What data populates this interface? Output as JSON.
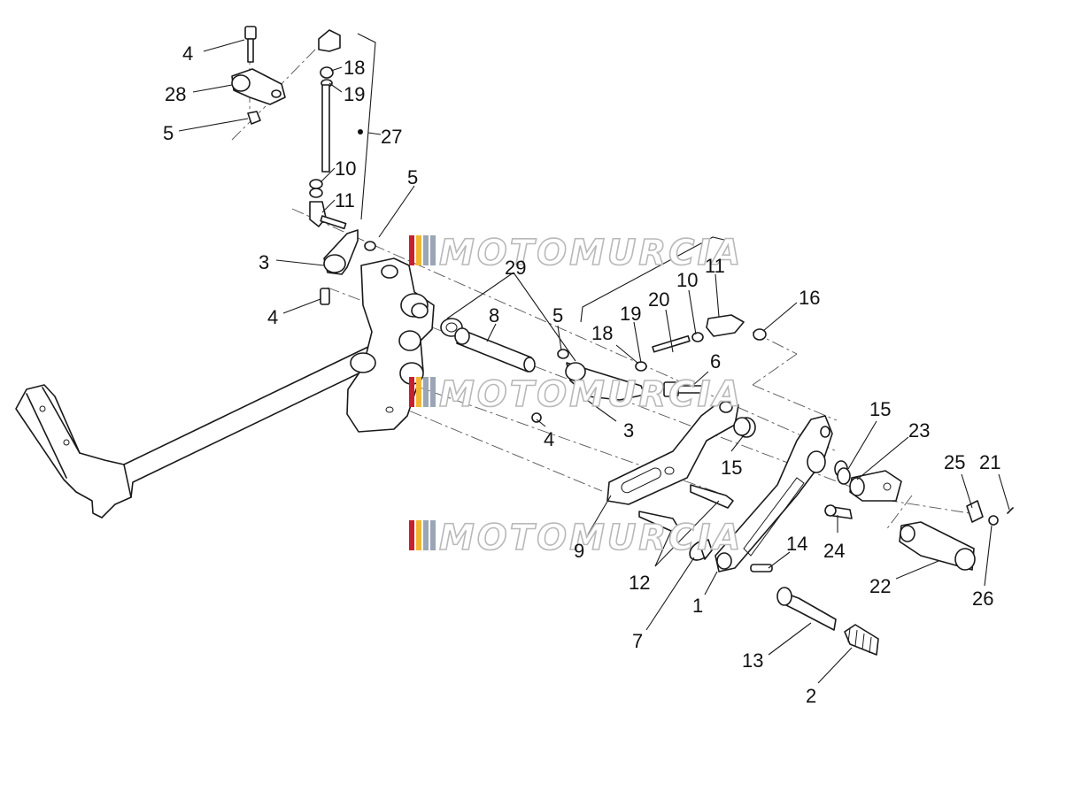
{
  "diagram": {
    "watermark": {
      "text": "MOTOMURCIA",
      "stripe_colors": [
        "#c8202e",
        "#f2b632",
        "#9aa6b5"
      ]
    },
    "callouts": [
      {
        "id": "c4a",
        "label": "4"
      },
      {
        "id": "c28",
        "label": "28"
      },
      {
        "id": "c5a",
        "label": "5"
      },
      {
        "id": "c18a",
        "label": "18"
      },
      {
        "id": "c19a",
        "label": "19"
      },
      {
        "id": "c27",
        "label": "27"
      },
      {
        "id": "c10a",
        "label": "10"
      },
      {
        "id": "c11a",
        "label": "11"
      },
      {
        "id": "c5b",
        "label": "5"
      },
      {
        "id": "c3a",
        "label": "3"
      },
      {
        "id": "c4b",
        "label": "4"
      },
      {
        "id": "c29",
        "label": "29"
      },
      {
        "id": "c8",
        "label": "8"
      },
      {
        "id": "c5c",
        "label": "5"
      },
      {
        "id": "c18b",
        "label": "18"
      },
      {
        "id": "c19b",
        "label": "19"
      },
      {
        "id": "c20",
        "label": "20"
      },
      {
        "id": "c10b",
        "label": "10"
      },
      {
        "id": "c11b",
        "label": "11"
      },
      {
        "id": "c16",
        "label": "16"
      },
      {
        "id": "c6",
        "label": "6"
      },
      {
        "id": "c4c",
        "label": "4"
      },
      {
        "id": "c3b",
        "label": "3"
      },
      {
        "id": "c15a",
        "label": "15"
      },
      {
        "id": "c15b",
        "label": "15"
      },
      {
        "id": "c23",
        "label": "23"
      },
      {
        "id": "c25",
        "label": "25"
      },
      {
        "id": "c21",
        "label": "21"
      },
      {
        "id": "c24",
        "label": "24"
      },
      {
        "id": "c9",
        "label": "9"
      },
      {
        "id": "c12",
        "label": "12"
      },
      {
        "id": "c14",
        "label": "14"
      },
      {
        "id": "c22",
        "label": "22"
      },
      {
        "id": "c26",
        "label": "26"
      },
      {
        "id": "c7",
        "label": "7"
      },
      {
        "id": "c1",
        "label": "1"
      },
      {
        "id": "c13",
        "label": "13"
      },
      {
        "id": "c2",
        "label": "2"
      }
    ]
  }
}
